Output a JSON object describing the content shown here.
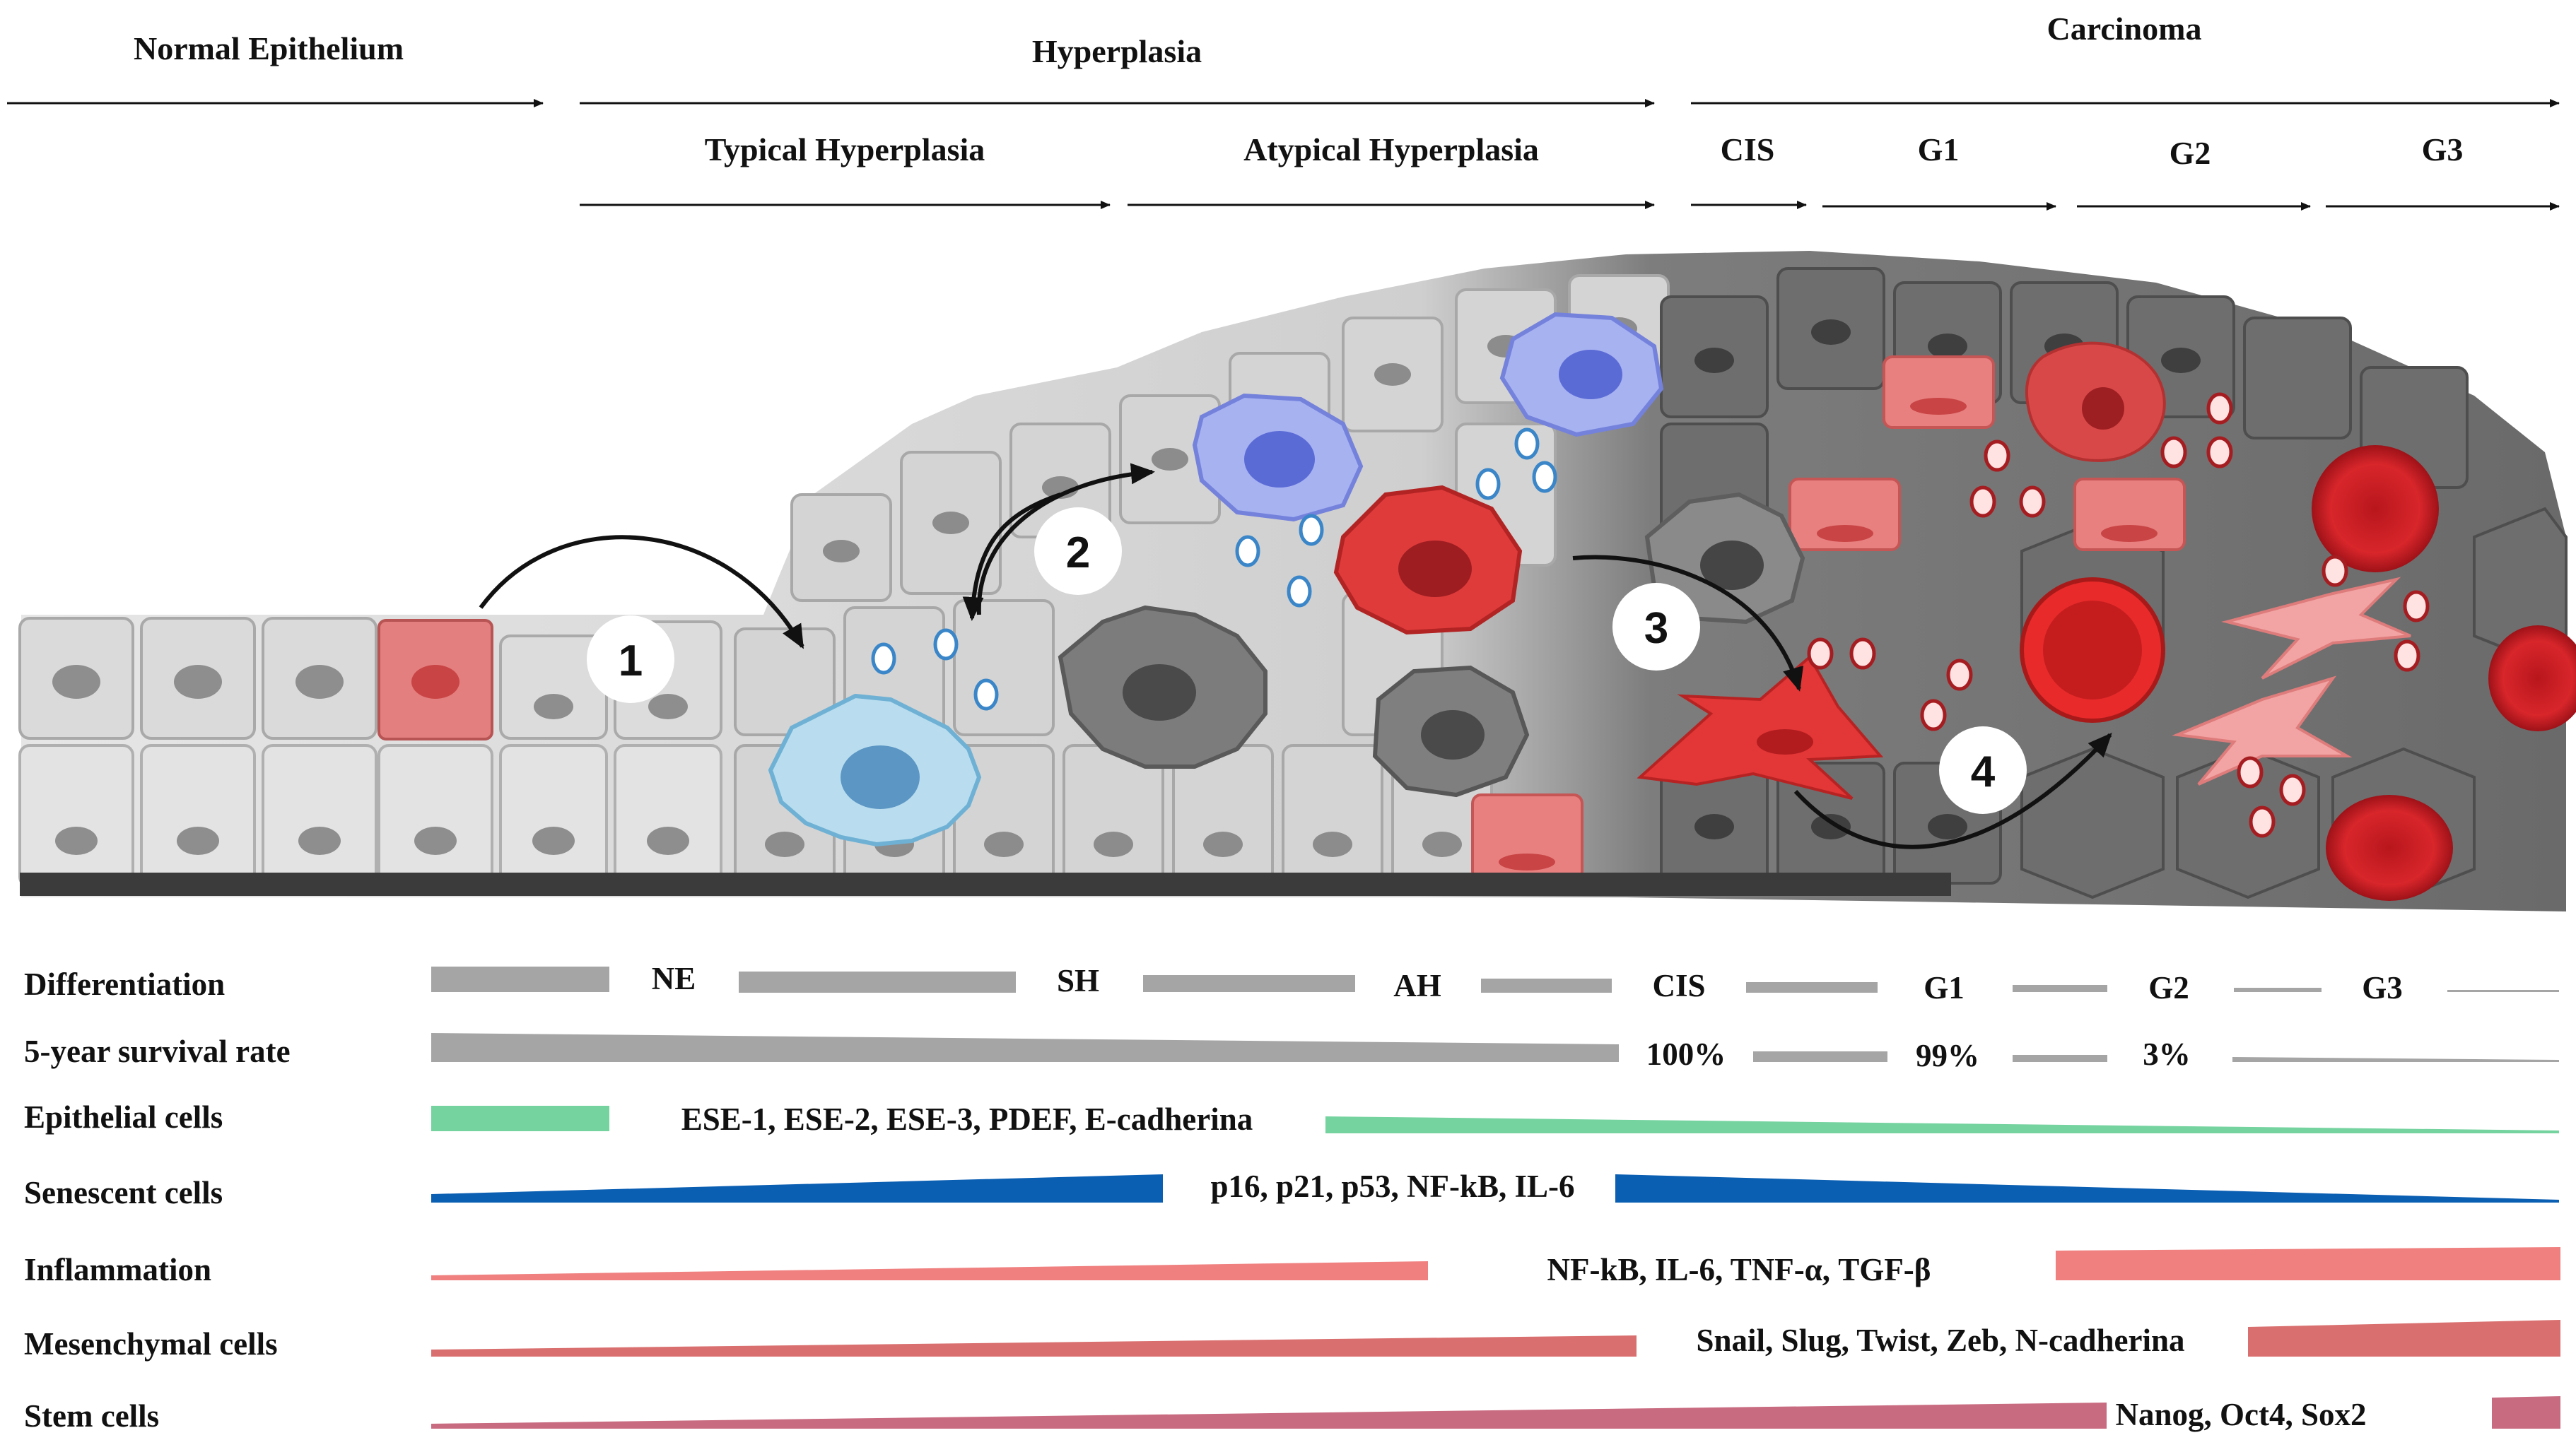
{
  "stages": {
    "normal": "Normal Epithelium",
    "hyperplasia": "Hyperplasia",
    "carcinoma": "Carcinoma",
    "typical": "Typical Hyperplasia",
    "atypical": "Atypical Hyperplasia",
    "cis": "CIS",
    "g1": "G1",
    "g2": "G2",
    "g3": "G3"
  },
  "steps": [
    "1",
    "2",
    "3",
    "4"
  ],
  "rows": {
    "differentiation": {
      "label": "Differentiation",
      "marks": [
        "NE",
        "SH",
        "AH",
        "CIS",
        "G1",
        "G2",
        "G3"
      ]
    },
    "survival": {
      "label": "5-year survival rate",
      "marks": [
        "100%",
        "99%",
        "3%"
      ]
    },
    "epithelial": {
      "label": "Epithelial cells",
      "markers": "ESE-1, ESE-2, ESE-3, PDEF, E-cadherina",
      "color": "#74d39f"
    },
    "senescent": {
      "label": "Senescent cells",
      "markers": "p16, p21, p53, NF-kB, IL-6",
      "color": "#0b5fb3"
    },
    "inflammation": {
      "label": "Inflammation",
      "markers": "NF-kB, IL-6, TNF-α, TGF-β",
      "color": "#f08080"
    },
    "mesenchymal": {
      "label": "Mesenchymal cells",
      "markers": "Snail, Slug, Twist, Zeb, N-cadherina",
      "color": "#d9706f"
    },
    "stem": {
      "label": "Stem cells",
      "markers": "Nanog, Oct4, Sox2",
      "color": "#c96b80"
    }
  }
}
